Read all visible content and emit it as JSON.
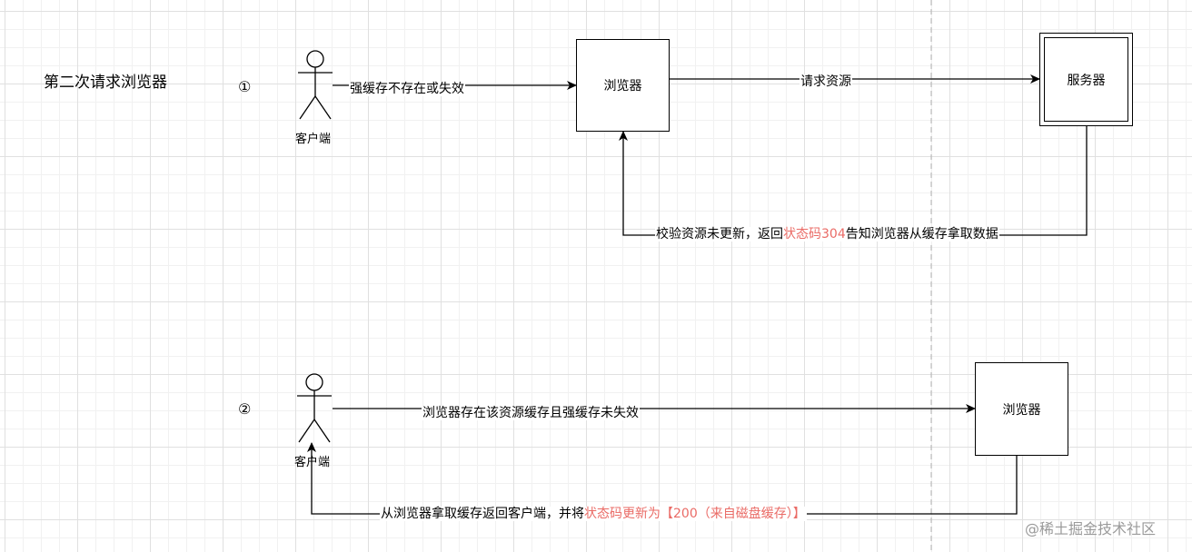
{
  "title": "第二次请求浏览器",
  "scenario1": {
    "number": "①",
    "actor_label": "客户端",
    "browser_label": "浏览器",
    "server_label": "服务器",
    "edge_actor_browser": "强缓存不存在或失效",
    "edge_browser_server": "请求资源",
    "edge_return": {
      "prefix": "校验资源未更新，返回",
      "highlight": "状态码304",
      "suffix": "告知浏览器从缓存拿取数据"
    }
  },
  "scenario2": {
    "number": "②",
    "actor_label": "客户端",
    "browser_label": "浏览器",
    "edge_actor_browser": "浏览器存在该资源缓存且强缓存未失效",
    "edge_return": {
      "prefix": "从浏览器拿取缓存返回客户端，并将",
      "highlight": "状态码更新为【200（来自磁盘缓存）】"
    }
  },
  "watermark": "@稀土掘金技术社区",
  "colors": {
    "highlight": "#ea6b66",
    "page_separator": "#b0b0b0"
  }
}
